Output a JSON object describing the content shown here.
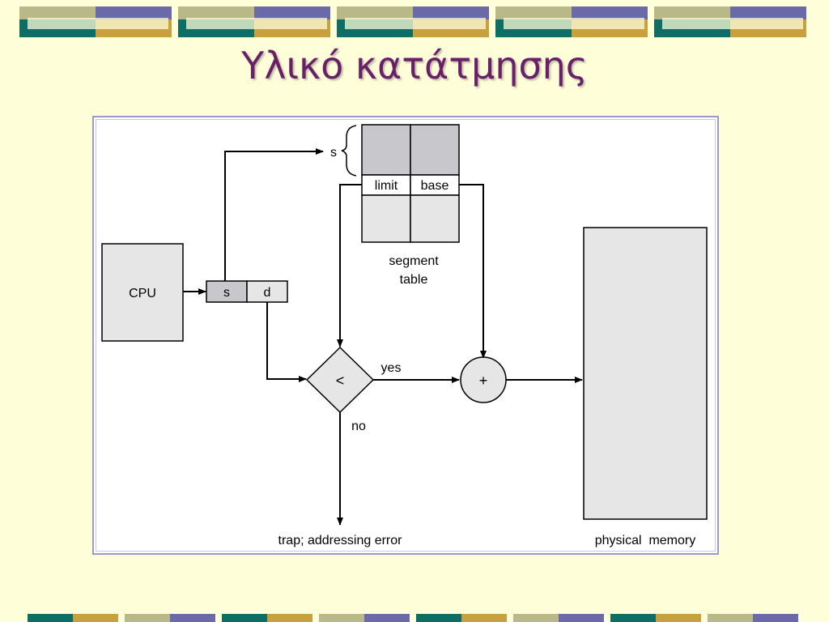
{
  "slide": {
    "title": "Υλικό κατάτμησης"
  },
  "colors": {
    "background": "#fefed8",
    "title": "#6a1f6a",
    "band_teal": "#0e6e64",
    "band_gold": "#c8a040",
    "band_olive": "#b8b888",
    "band_purple": "#6a6aa8",
    "box_fill": "#e6e6e6",
    "dark_fill": "#c8c8cc"
  },
  "diagram": {
    "cpu": "CPU",
    "address_s": "s",
    "address_d": "d",
    "selector": "s",
    "limit": "limit",
    "base": "base",
    "segment_table_line1": "segment",
    "segment_table_line2": "table",
    "compare": "<",
    "adder": "+",
    "yes": "yes",
    "no": "no",
    "trap": "trap; addressing error",
    "physical_memory": "physical  memory"
  }
}
